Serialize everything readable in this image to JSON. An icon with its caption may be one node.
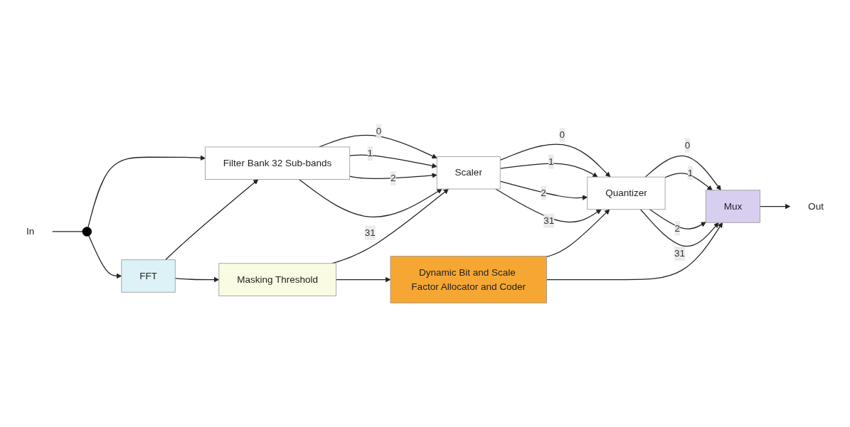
{
  "diagram": {
    "nodes": [
      {
        "text": [
          "In"
        ]
      },
      {
        "text": [],
        "shape": "circle"
      },
      {
        "text": [
          "Filter Bank 32 Sub-bands"
        ]
      },
      {
        "text": [
          "Scaler"
        ]
      },
      {
        "text": [
          "Quantizer"
        ]
      },
      {
        "text": [
          "Mux"
        ]
      },
      {
        "text": [
          "Out"
        ]
      },
      {
        "text": [
          "FFT"
        ]
      },
      {
        "text": [
          "Masking Threshold"
        ]
      },
      {
        "text": [
          "Dynamic Bit and Scale Factor Allocator and Coder"
        ]
      }
    ],
    "edges": [
      {
        "from": 0,
        "to": 1,
        "arrow": "none"
      },
      {
        "from": 1,
        "to": 2,
        "arrow": "to"
      },
      {
        "from": 1,
        "to": 7,
        "arrow": "to"
      },
      {
        "from": 2,
        "to": 3,
        "label": "0",
        "arrow": "to"
      },
      {
        "from": 2,
        "to": 3,
        "label": "1",
        "arrow": "to"
      },
      {
        "from": 2,
        "to": 3,
        "label": "2",
        "arrow": "to"
      },
      {
        "from": 2,
        "to": 3,
        "label": "31",
        "arrow": "to"
      },
      {
        "from": 3,
        "to": 4,
        "label": "0",
        "arrow": "to"
      },
      {
        "from": 3,
        "to": 4,
        "label": "1",
        "arrow": "to"
      },
      {
        "from": 3,
        "to": 4,
        "label": "2",
        "arrow": "to"
      },
      {
        "from": 3,
        "to": 4,
        "label": "31",
        "arrow": "to"
      },
      {
        "from": 4,
        "to": 5,
        "label": "0",
        "arrow": "to"
      },
      {
        "from": 4,
        "to": 5,
        "label": "1",
        "arrow": "to"
      },
      {
        "from": 4,
        "to": 5,
        "label": "2",
        "arrow": "to"
      },
      {
        "from": 4,
        "to": 5,
        "label": "31",
        "arrow": "to"
      },
      {
        "from": 5,
        "to": 6,
        "arrow": "to"
      },
      {
        "from": 7,
        "to": 2,
        "arrow": "to"
      },
      {
        "from": 7,
        "to": 8,
        "arrow": "to"
      },
      {
        "from": 8,
        "to": 3,
        "arrow": "to"
      },
      {
        "from": 8,
        "to": 9,
        "arrow": "to"
      },
      {
        "from": 9,
        "to": 4,
        "arrow": "to"
      },
      {
        "from": 9,
        "to": 5,
        "arrow": "to"
      }
    ]
  }
}
